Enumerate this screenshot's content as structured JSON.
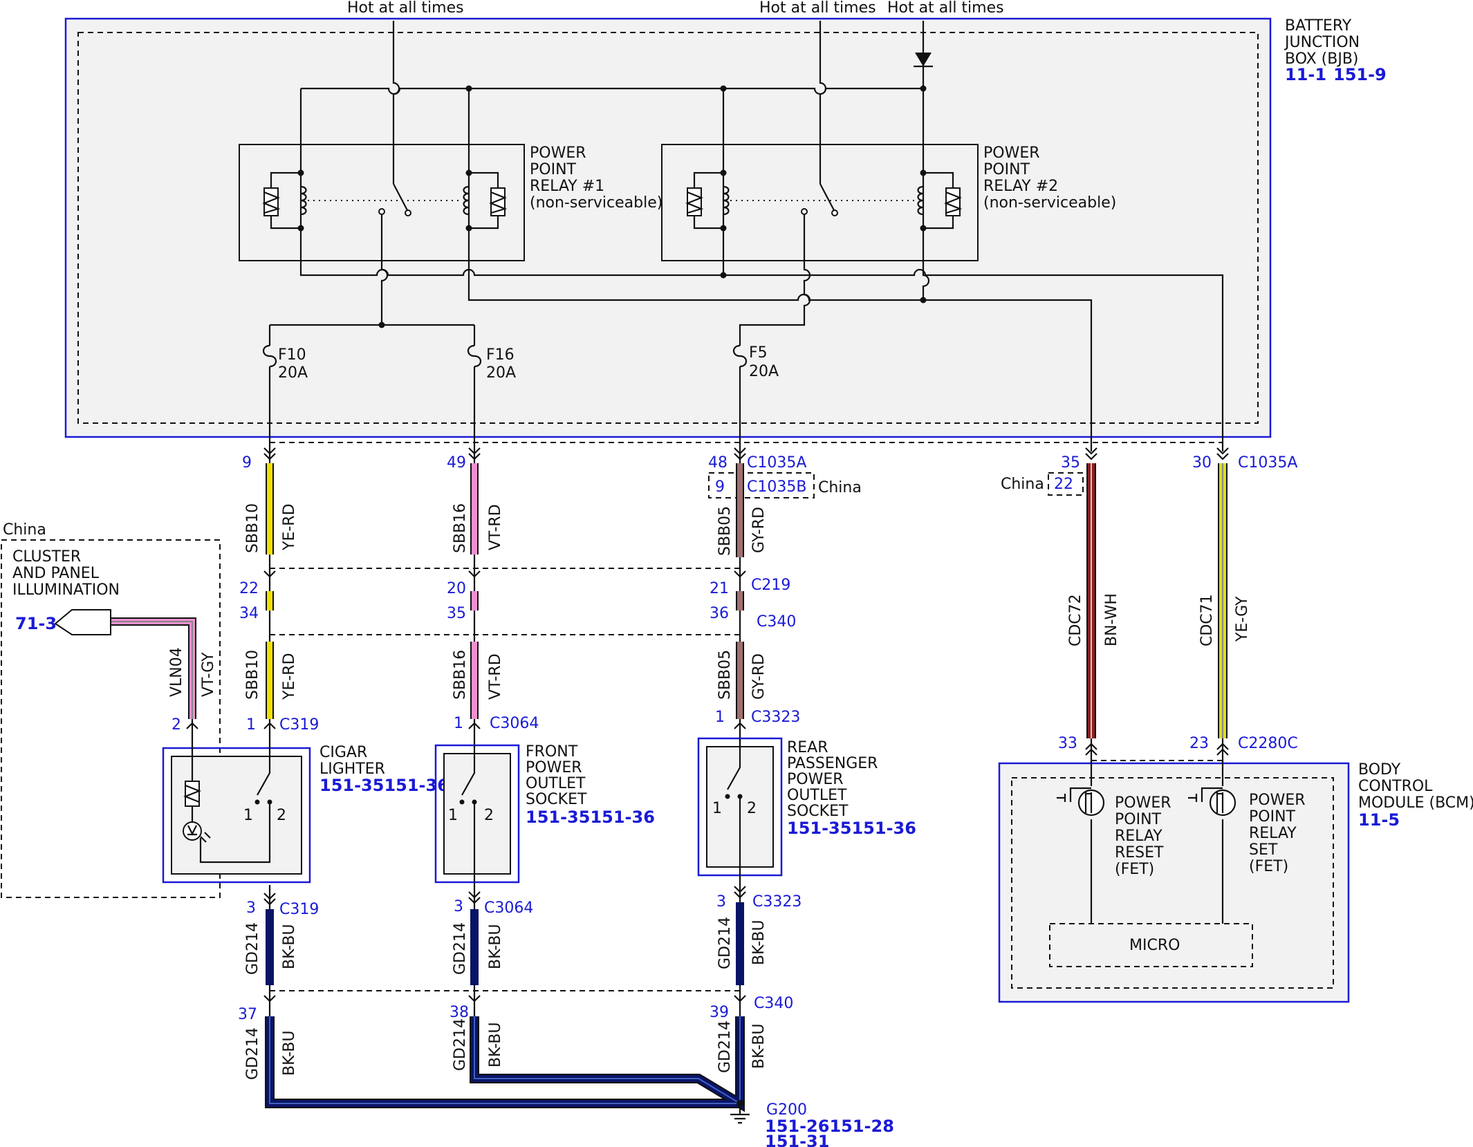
{
  "hot_labels": [
    "Hot at all times",
    "Hot at all times",
    "Hot at all times"
  ],
  "bjb": {
    "name_lines": [
      "BATTERY",
      "JUNCTION",
      "BOX (BJB)"
    ],
    "refs": [
      "11-1",
      "151-9"
    ]
  },
  "relays": [
    {
      "lines": [
        "POWER",
        "POINT",
        "RELAY #1",
        "(non-serviceable)"
      ]
    },
    {
      "lines": [
        "POWER",
        "POINT",
        "RELAY #2",
        "(non-serviceable)"
      ]
    }
  ],
  "fuses": [
    {
      "id": "F10",
      "rating": "20A"
    },
    {
      "id": "F16",
      "rating": "20A"
    },
    {
      "id": "F5",
      "rating": "20A"
    }
  ],
  "connectors": {
    "c1035a": "C1035A",
    "c1035b": "C1035B",
    "c219": "C219",
    "c340": "C340",
    "c319": "C319",
    "c3064": "C3064",
    "c3323": "C3323",
    "c2280c": "C2280C",
    "g200": "G200"
  },
  "china": "China",
  "pins": {
    "a1": "9",
    "a2": "22",
    "a3": "34",
    "a4": "1",
    "a5": "3",
    "a6": "37",
    "b1": "49",
    "b2": "20",
    "b3": "35",
    "b4": "1",
    "b5": "3",
    "b6": "38",
    "c1": "48",
    "c1b": "9",
    "c2": "21",
    "c3": "36",
    "c4": "1",
    "c5": "3",
    "c6": "39",
    "d1": "35",
    "d1b": "22",
    "d2": "33",
    "e1": "30",
    "e2": "23",
    "l1": "2"
  },
  "wires": {
    "sbb10": "SBB10",
    "yerd": "YE-RD",
    "sbb16": "SBB16",
    "vtrd": "VT-RD",
    "sbb05": "SBB05",
    "gyrd": "GY-RD",
    "cdc72": "CDC72",
    "bnwh": "BN-WH",
    "cdc71": "CDC71",
    "yegy": "YE-GY",
    "vln04": "VLN04",
    "vtgy": "VT-GY",
    "gd214": "GD214",
    "bkbu": "BK-BU"
  },
  "cluster": {
    "lines": [
      "CLUSTER",
      "AND PANEL",
      "ILLUMINATION"
    ],
    "ref": "71-3"
  },
  "cigar": {
    "lines": [
      "CIGAR",
      "LIGHTER"
    ],
    "ref": "151-35151-36"
  },
  "front": {
    "lines": [
      "FRONT",
      "POWER",
      "OUTLET",
      "SOCKET"
    ],
    "ref": "151-35151-36"
  },
  "rear": {
    "lines": [
      "REAR",
      "PASSENGER",
      "POWER",
      "OUTLET",
      "SOCKET"
    ],
    "ref": "151-35151-36"
  },
  "switch_pins": {
    "p1": "1",
    "p2": "2"
  },
  "bcm": {
    "name_lines": [
      "BODY",
      "CONTROL",
      "MODULE (BCM)"
    ],
    "ref": "11-5",
    "reset_lines": [
      "POWER",
      "POINT",
      "RELAY",
      "RESET",
      "(FET)"
    ],
    "set_lines": [
      "POWER",
      "POINT",
      "RELAY",
      "SET",
      "(FET)"
    ],
    "micro": "MICRO"
  },
  "ground_refs": [
    "151-26151-28",
    "151-31"
  ],
  "colors": {
    "blue": "#1a1ad6",
    "yellow": "#f0e000",
    "pink": "#f090d0",
    "grayred": "#a07070",
    "brown": "#8b2020",
    "yegy": "#d8e020",
    "bkbu": "#0a1466",
    "fill": "#f2f2f2"
  }
}
